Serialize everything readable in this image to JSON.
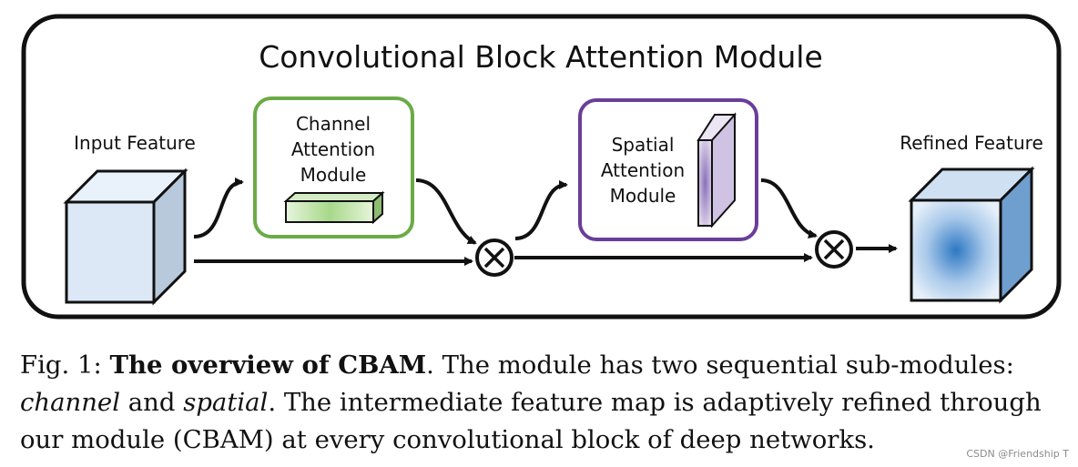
{
  "diagram": {
    "title": "Convolutional Block Attention Module",
    "input_label": "Input Feature",
    "output_label": "Refined Feature",
    "channel_module": [
      "Channel",
      "Attention",
      "Module"
    ],
    "spatial_module": [
      "Spatial",
      "Attention",
      "Module"
    ],
    "multiply_symbol": "×",
    "colors": {
      "frame": "#111111",
      "channel_border": "#6aab45",
      "spatial_border": "#6a3d9a",
      "channel_bar": "#a8d88a",
      "spatial_plate": "#9f87c4",
      "cube_face": "#dce8f6",
      "refined_center": "#2e78c2"
    }
  },
  "caption": {
    "fig_label": "Fig. 1:",
    "bold_title": "The overview of CBAM",
    "line1_rest": ". The module has two sequential sub-modules:",
    "italic_channel": "channel",
    "and_word": " and ",
    "italic_spatial": "spatial",
    "line2_rest": ". The intermediate feature map is adaptively refined through",
    "line3": "our module (CBAM) at every convolutional block of deep networks."
  },
  "watermark": "CSDN @Friendship T"
}
